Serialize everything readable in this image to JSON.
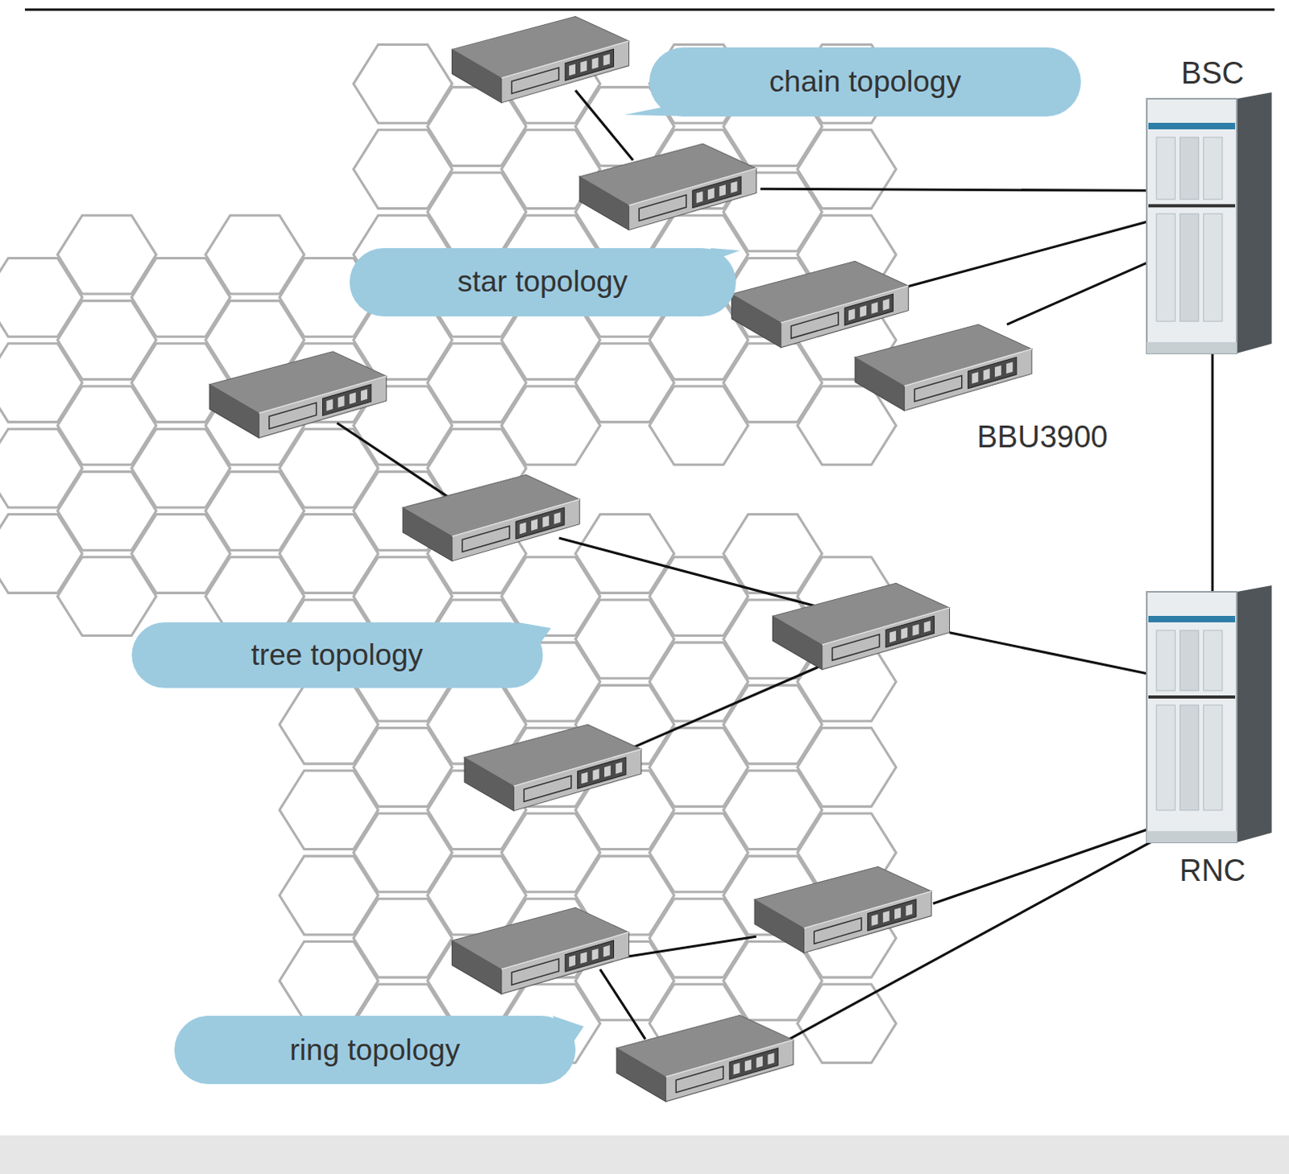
{
  "diagram": {
    "nodes": [
      {
        "text": [
          "chain topology"
        ]
      },
      {
        "text": [
          "BSC"
        ]
      },
      {
        "text": [
          "star topology"
        ]
      },
      {
        "text": [
          "BBU3900"
        ]
      },
      {
        "text": [
          "tree topology"
        ]
      },
      {
        "text": [
          "RNC"
        ]
      },
      {
        "text": [
          "ring topology"
        ]
      }
    ],
    "edges": [
      {
        "from": 3,
        "to": 1,
        "arrow": "none"
      },
      {
        "from": 1,
        "to": 5,
        "arrow": "none"
      }
    ]
  }
}
